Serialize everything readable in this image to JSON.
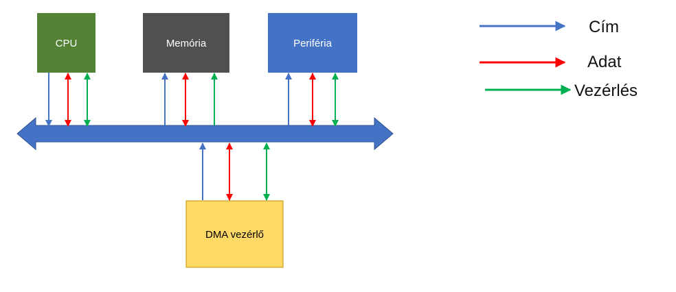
{
  "colors": {
    "address": "#4472C4",
    "data": "#FF0000",
    "control": "#00B050",
    "bus": "#4472C4",
    "cpu": "#548235",
    "memory": "#505050",
    "peripheral": "#4472C4",
    "dma": "#FFD966",
    "dma_border": "#BF9000"
  },
  "components": {
    "cpu": "CPU",
    "memory": "Memória",
    "peripheral": "Periféria",
    "dma": "DMA vezérlő"
  },
  "legend": {
    "address": "Cím",
    "data": "Adat",
    "control": "Vezérlés"
  }
}
